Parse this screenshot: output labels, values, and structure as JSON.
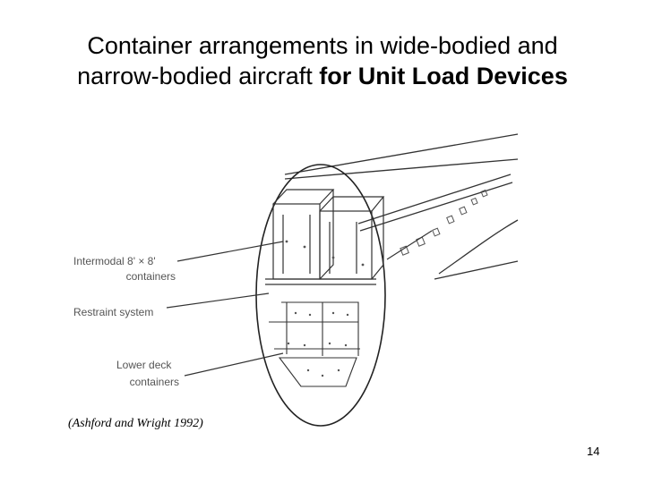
{
  "slide": {
    "title_line1": "Container arrangements in wide-bodied and",
    "title_line2_plain": "narrow-bodied aircraft ",
    "title_line2_bold": "for Unit Load Devices",
    "citation": "(Ashford and Wright 1992)",
    "page_number": "14"
  },
  "figure": {
    "labels": {
      "intermodal_line1": "Intermodal 8' × 8'",
      "intermodal_line2": "containers",
      "restraint": "Restraint system",
      "lower_deck_line1": "Lower deck",
      "lower_deck_line2": "containers"
    }
  }
}
